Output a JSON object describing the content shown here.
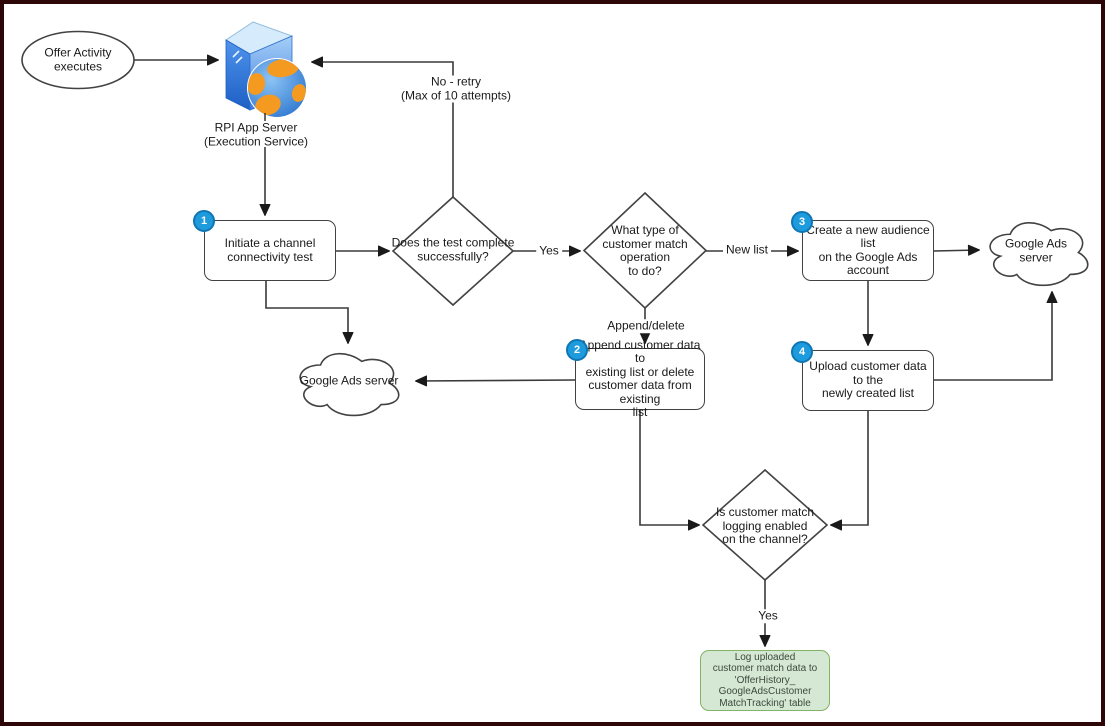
{
  "flow": {
    "start": "Offer Activity\nexecutes",
    "server": "RPI App Server\n(Execution Service)",
    "edge_labels": {
      "no_retry": "No - retry\n(Max of 10 attempts)",
      "yes_test": "Yes",
      "new_list": "New list",
      "append_delete": "Append/delete",
      "yes_logging": "Yes"
    },
    "steps": {
      "step1": {
        "badge": "1",
        "label": "Initiate a channel\nconnectivity test"
      },
      "step2": {
        "badge": "2",
        "label": "Append customer data to\nexisting list or delete\ncustomer data from existing\nlist"
      },
      "step3": {
        "badge": "3",
        "label": "Create a new audience list\non the Google Ads account"
      },
      "step4": {
        "badge": "4",
        "label": "Upload customer data to the\nnewly created list"
      }
    },
    "decisions": {
      "test_complete": "Does the test complete\nsuccessfully?",
      "match_operation": "What type of\ncustomer match\noperation\nto do?",
      "logging_enabled": "Is customer match\nlogging enabled\non the channel?"
    },
    "clouds": {
      "left": "Google Ads server",
      "right": "Google Ads server"
    },
    "log_table": "Log uploaded\ncustomer match data to\n'OfferHistory_\nGoogleAdsCustomer\nMatchTracking' table",
    "colors": {
      "badge_fill": "#1E9BDC",
      "badge_stroke": "#0E76B4",
      "log_fill": "#D5E8D4",
      "log_stroke": "#82B366",
      "line": "#3A3A3A",
      "frame": "#2D0707",
      "node_stroke": "#424242"
    }
  }
}
